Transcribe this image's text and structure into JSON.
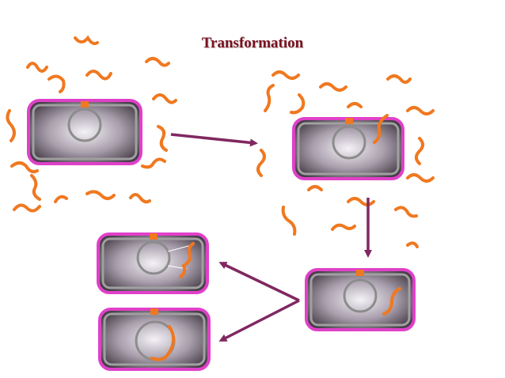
{
  "title": "Transformation",
  "colors": {
    "title": "#7a1020",
    "dna_fragment": "#f07820",
    "cell_wall_outer": "#e040c8",
    "cell_wall_inner": "#a0a0a0",
    "cytoplasm_center": "#f4f2f6",
    "cytoplasm_edge": "#463e48",
    "arrow": "#802860",
    "plasmid": "#8c8c8c",
    "marker": "#f07820"
  },
  "icons": {
    "cell": "bacterial-cell-icon",
    "plasmid": "plasmid-ring-icon",
    "fragment": "dna-fragment-icon",
    "arrow": "process-arrow-icon"
  },
  "stages": [
    {
      "id": "stage-1",
      "description_shown": false
    },
    {
      "id": "stage-2",
      "description_shown": false
    },
    {
      "id": "stage-3",
      "description_shown": false
    },
    {
      "id": "stage-4a",
      "description_shown": false
    },
    {
      "id": "stage-4b",
      "description_shown": false
    }
  ]
}
